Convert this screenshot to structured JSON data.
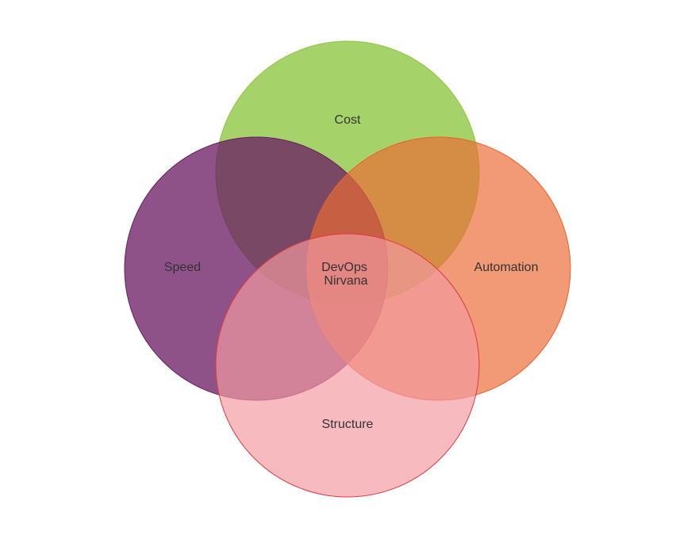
{
  "diagram": {
    "type": "venn",
    "sets": [
      {
        "id": "cost",
        "label": "Cost",
        "fill": "#8dc63f",
        "stroke": "#8dc63f"
      },
      {
        "id": "speed",
        "label": "Speed",
        "fill": "#6a1b64",
        "stroke": "#6a1b64"
      },
      {
        "id": "automation",
        "label": "Automation",
        "fill": "#ec6a33",
        "stroke": "#e8602a"
      },
      {
        "id": "structure",
        "label": "Structure",
        "fill": "#f19aa0",
        "stroke": "#e03a3e"
      }
    ],
    "center_label_line1": "DevOps",
    "center_label_line2": "Nirvana",
    "text_color": "#333333"
  }
}
